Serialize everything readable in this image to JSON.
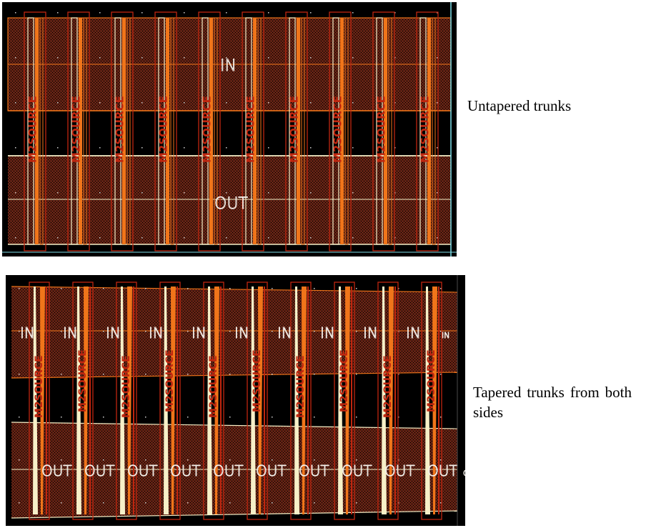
{
  "captions": {
    "top": "Untapered trunks",
    "bottom": "Tapered trunks from both sides"
  },
  "labels": {
    "top_in": "IN",
    "top_out": "OUT",
    "bottom_in": "IN",
    "bottom_out": "OUT",
    "trunk_text": "M2SOURCE"
  },
  "colors": {
    "background": "#000000",
    "mesh": "#5a1f12",
    "orange": "#f0751a",
    "dark_red": "#c0260f",
    "cream": "#f7f0c8",
    "cyan": "#7fe0ea"
  },
  "layout_top": {
    "trunk_count": 10,
    "in_label_count": 1,
    "out_label_count": 1
  },
  "layout_bottom": {
    "trunk_count": 10,
    "in_label_count": 11,
    "out_label_count": 11
  }
}
